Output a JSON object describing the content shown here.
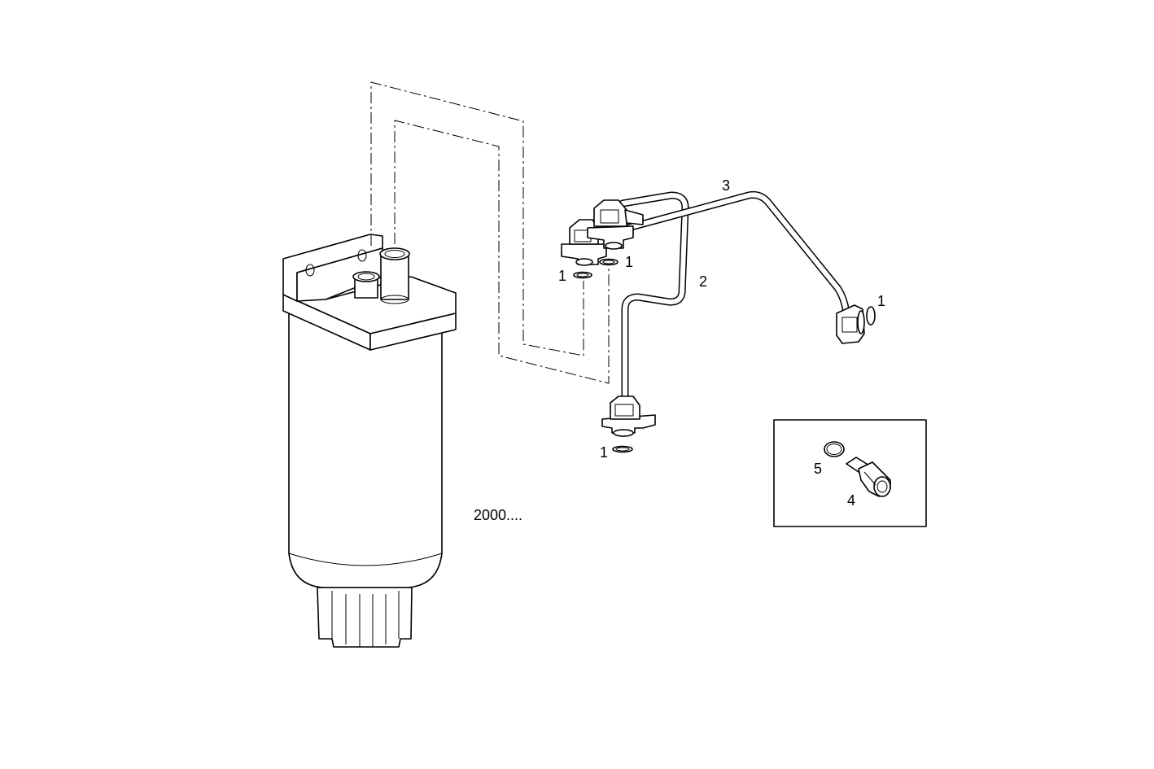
{
  "callouts": {
    "c1_left": "1",
    "c1_mid": "1",
    "c1_right": "1",
    "c1_bottom": "1",
    "c2": "2",
    "c3": "3",
    "c4": "4",
    "c5": "5"
  },
  "version_note": "2000...."
}
